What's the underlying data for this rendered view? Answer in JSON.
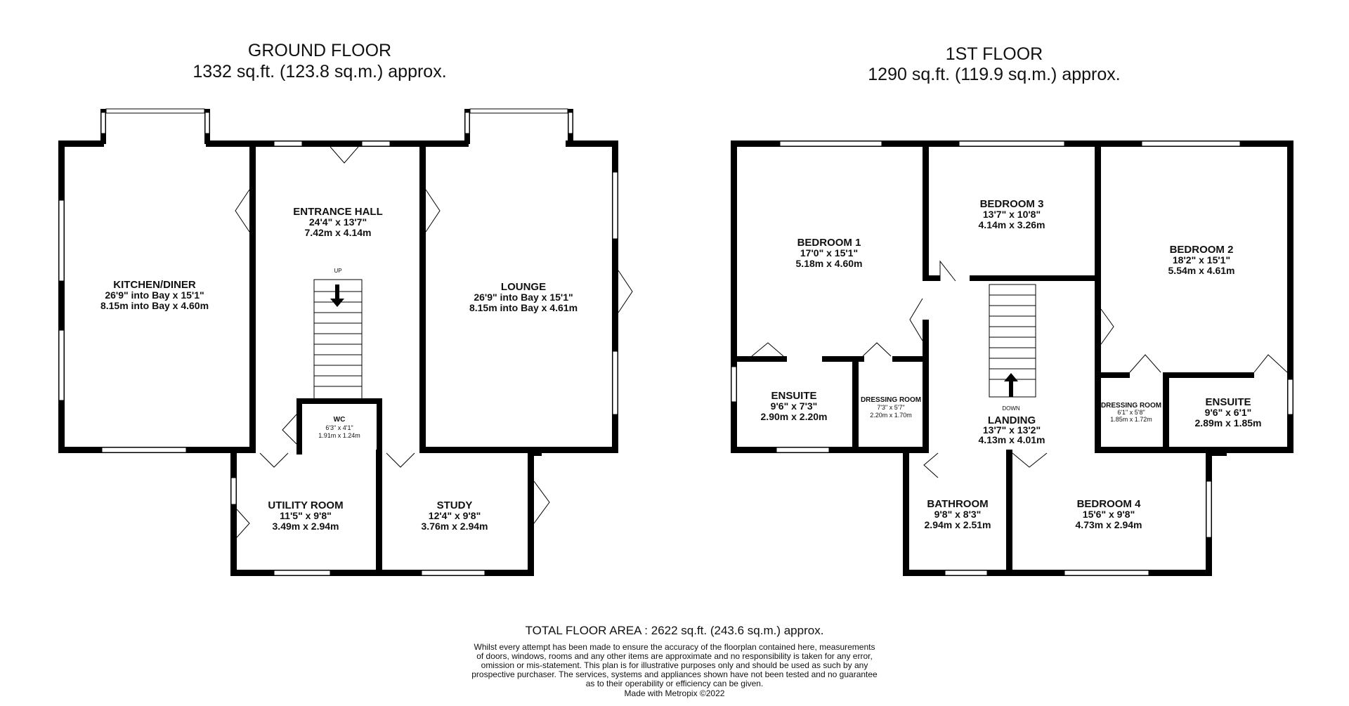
{
  "ground_floor": {
    "title": "GROUND FLOOR",
    "area": "1332 sq.ft. (123.8 sq.m.) approx.",
    "rooms": [
      {
        "name": "ENTRANCE HALL",
        "dim1": "24'4\" x 13'7\"",
        "dim2": "7.42m x 4.14m"
      },
      {
        "name": "KITCHEN/DINER",
        "dim1": "26'9\" into Bay x 15'1\"",
        "dim2": "8.15m into Bay x 4.60m"
      },
      {
        "name": "LOUNGE",
        "dim1": "26'9\" into Bay x 15'1\"",
        "dim2": "8.15m into Bay x 4.61m"
      },
      {
        "name": "WC",
        "dim1": "6'3\" x 4'1\"",
        "dim2": "1.91m x 1.24m"
      },
      {
        "name": "UTILITY ROOM",
        "dim1": "11'5\" x 9'8\"",
        "dim2": "3.49m x 2.94m"
      },
      {
        "name": "STUDY",
        "dim1": "12'4\" x 9'8\"",
        "dim2": "3.76m x 2.94m"
      }
    ],
    "stair_label": "UP"
  },
  "first_floor": {
    "title": "1ST FLOOR",
    "area": "1290 sq.ft. (119.9 sq.m.) approx.",
    "rooms": [
      {
        "name": "BEDROOM 1",
        "dim1": "17'0\" x 15'1\"",
        "dim2": "5.18m x 4.60m"
      },
      {
        "name": "BEDROOM 3",
        "dim1": "13'7\" x 10'8\"",
        "dim2": "4.14m x 3.26m"
      },
      {
        "name": "BEDROOM 2",
        "dim1": "18'2\" x 15'1\"",
        "dim2": "5.54m x 4.61m"
      },
      {
        "name": "ENSUITE",
        "dim1": "9'6\" x 7'3\"",
        "dim2": "2.90m x 2.20m"
      },
      {
        "name": "DRESSING ROOM",
        "dim1": "7'3\" x 5'7\"",
        "dim2": "2.20m x 1.70m"
      },
      {
        "name": "LANDING",
        "dim1": "13'7\" x 13'2\"",
        "dim2": "4.13m x 4.01m"
      },
      {
        "name": "DRESSING ROOM",
        "dim1": "6'1\" x 5'8\"",
        "dim2": "1.85m x 1.72m"
      },
      {
        "name": "ENSUITE",
        "dim1": "9'6\" x 6'1\"",
        "dim2": "2.89m x 1.85m"
      },
      {
        "name": "BATHROOM",
        "dim1": "9'8\" x 8'3\"",
        "dim2": "2.94m x 2.51m"
      },
      {
        "name": "BEDROOM 4",
        "dim1": "15'6\" x 9'8\"",
        "dim2": "4.73m x 2.94m"
      }
    ],
    "stair_label": "DOWN"
  },
  "footer": {
    "total": "TOTAL FLOOR AREA : 2622 sq.ft. (243.6 sq.m.) approx.",
    "disclaimer": [
      "Whilst every attempt has been made to ensure the accuracy of the floorplan contained here, measurements",
      "of doors, windows, rooms and any other items are approximate and no responsibility is taken for any error,",
      "omission or mis-statement. This plan is for illustrative purposes only and should be used as such by any",
      "prospective purchaser. The services, systems and appliances shown have not been tested and no guarantee",
      "as to their operability or efficiency can be given."
    ],
    "made_with": "Made with Metropix ©2022"
  },
  "colors": {
    "wall": "#000000",
    "background": "#ffffff"
  }
}
